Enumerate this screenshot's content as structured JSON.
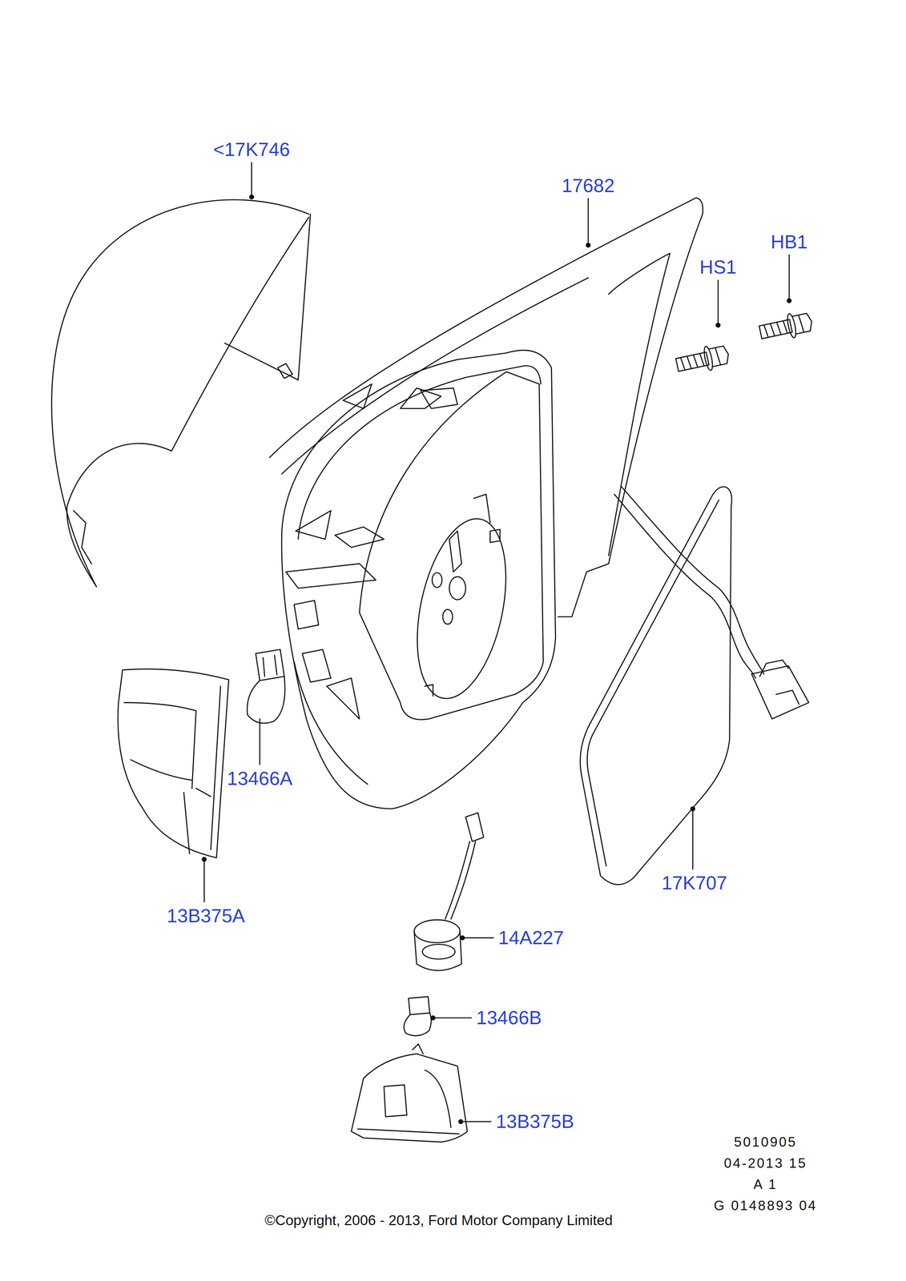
{
  "diagram": {
    "labels": [
      "<17K746",
      "17682",
      "HB1",
      "HS1",
      "13466A",
      "13B375A",
      "17K707",
      "14A227",
      "13466B",
      "13B375B",
      "5010905",
      "04-2013 15",
      "A 1",
      "G 0148893 04",
      "©Copyright, 2006 - 2013, Ford Motor Company Limited"
    ]
  }
}
